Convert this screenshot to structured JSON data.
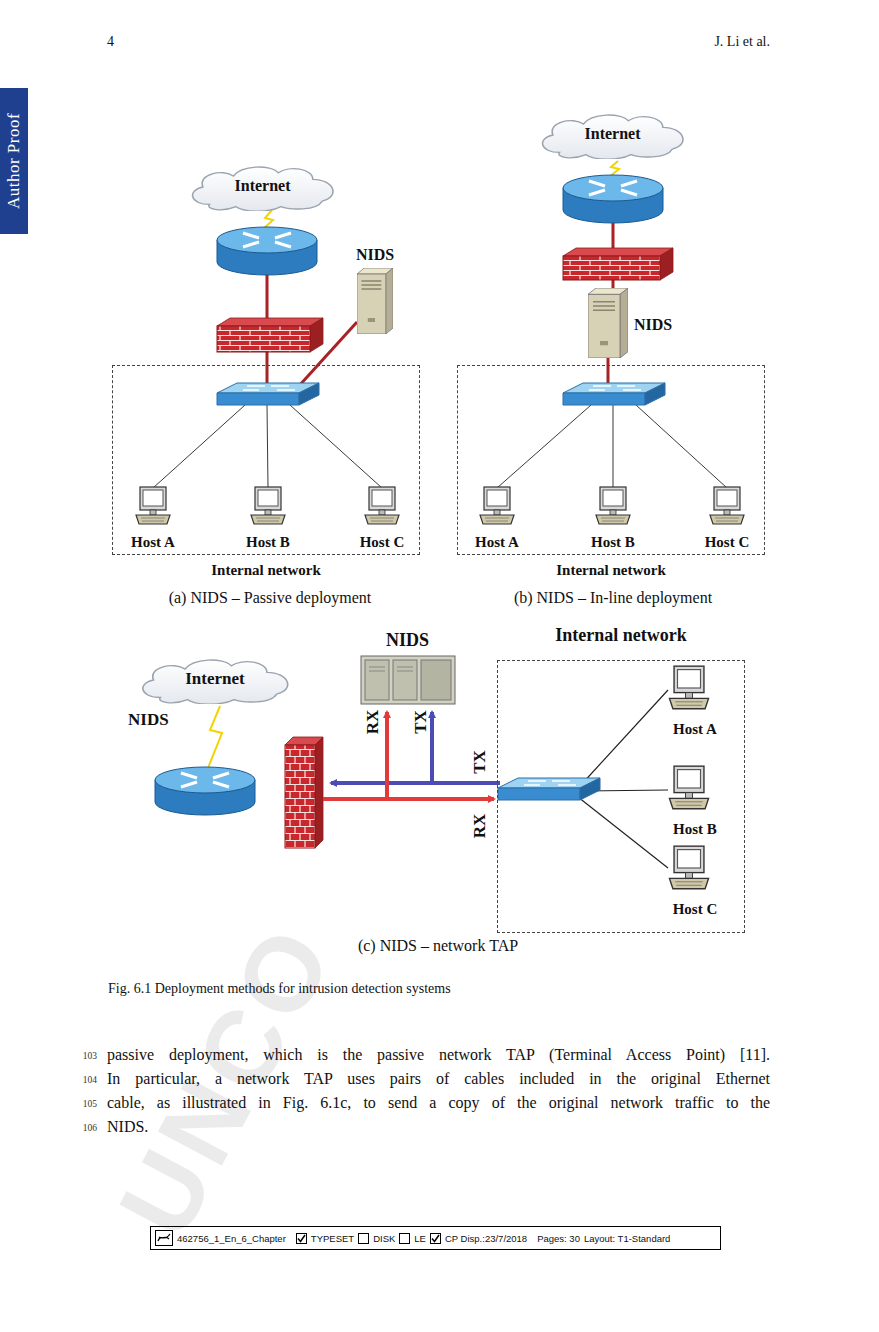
{
  "diagram": {
    "caption": "Fig. 6.1 Deployment methods for intrusion detection systems",
    "nodes": [
      {
        "text": [
          "Internet"
        ]
      },
      {
        "text": [
          "NIDS"
        ]
      },
      {
        "text": [
          "Internal network"
        ]
      },
      {
        "text": [
          "Host A"
        ],
        "in": 2
      },
      {
        "text": [
          "Host B"
        ],
        "in": 2
      },
      {
        "text": [
          "Host C"
        ],
        "in": 2
      },
      {
        "text": [
          "Internet"
        ]
      },
      {
        "text": [
          "NIDS"
        ]
      },
      {
        "text": [
          "Internal network"
        ]
      },
      {
        "text": [
          "Host A"
        ],
        "in": 8
      },
      {
        "text": [
          "Host B"
        ],
        "in": 8
      },
      {
        "text": [
          "Host C"
        ],
        "in": 8
      },
      {
        "text": [
          "NIDS"
        ]
      },
      {
        "text": [
          "Internet"
        ]
      },
      {
        "text": [
          "Internal network"
        ]
      },
      {
        "text": [
          "Host A"
        ],
        "in": 14
      },
      {
        "text": [
          "Host B"
        ],
        "in": 14
      },
      {
        "text": [
          "Host C"
        ],
        "in": 14
      }
    ],
    "labels": [
      "4",
      "J. Li et al.",
      "Author Proof",
      "NIDS",
      "RX",
      "TX",
      "TX",
      "RX",
      "(a) NIDS – Passive deployment",
      "(b) NIDS – In-line deployment",
      "(c) NIDS – network TAP",
      "passive deployment, which is the passive network TAP (Terminal Access Point) [11].",
      "In particular, a network TAP uses pairs of cables included in the original Ethernet",
      "cable, as illustrated in Fig. 6.1c, to send a copy of the original network traffic to the",
      "NIDS.",
      "103",
      "104",
      "105",
      "106",
      "462756_1_En_6_Chapter",
      "TYPESET",
      "DISK",
      "LE",
      "CP Disp.:23/7/2018",
      "Pages: 30",
      "Layout: T1-Standard",
      "UNCO"
    ]
  }
}
